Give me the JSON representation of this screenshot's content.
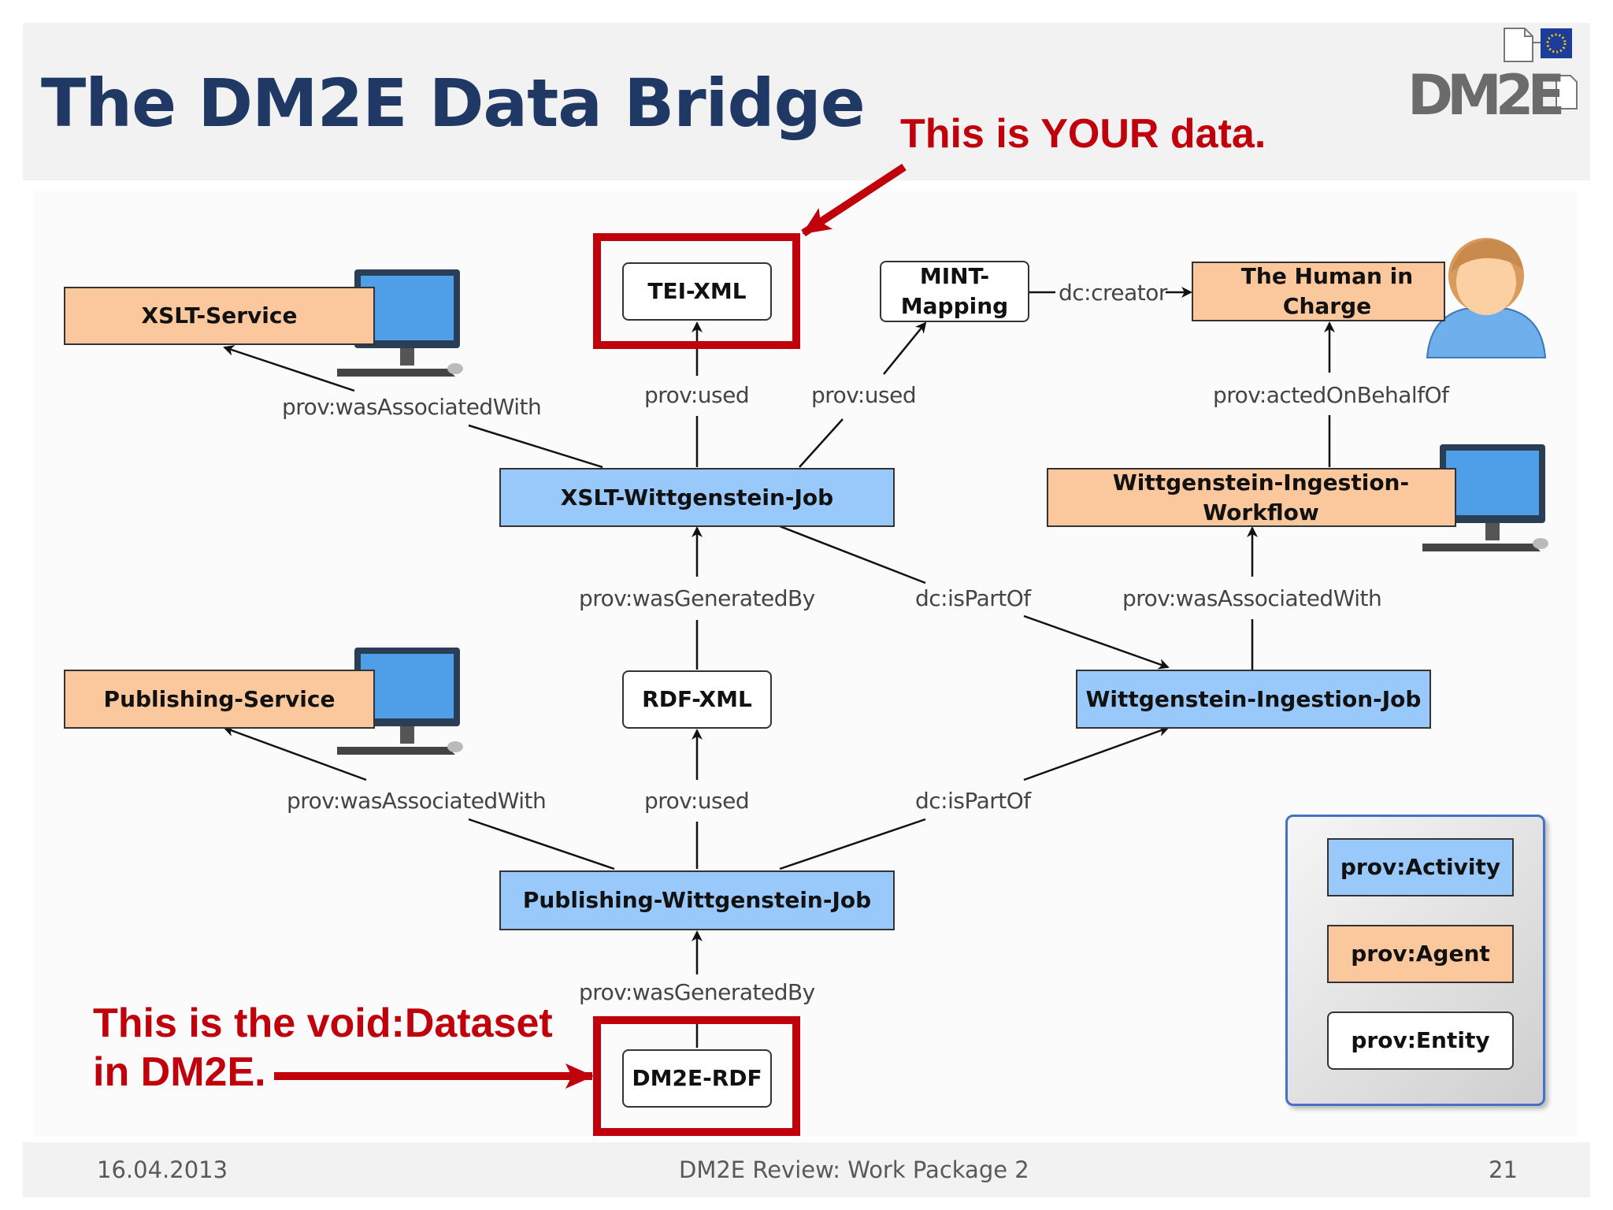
{
  "header": {
    "title": "The DM2E Data Bridge",
    "logo_text": "DM2E"
  },
  "callouts": {
    "top": "This is YOUR data.",
    "bottom_line1": "This is the void:Dataset",
    "bottom_line2": "in DM2E."
  },
  "nodes": {
    "xslt_service": "XSLT-Service",
    "tei_xml": "TEI-XML",
    "mint_mapping_line1": "MINT-",
    "mint_mapping_line2": "Mapping",
    "human_in_charge": "The Human in Charge",
    "xslt_job": "XSLT-Wittgenstein-Job",
    "ingestion_workflow": "Wittgenstein-Ingestion-Workflow",
    "publishing_service": "Publishing-Service",
    "rdf_xml": "RDF-XML",
    "ingestion_job": "Wittgenstein-Ingestion-Job",
    "publishing_job": "Publishing-Wittgenstein-Job",
    "dm2e_rdf": "DM2E-RDF"
  },
  "edge_labels": {
    "was_associated_with_1": "prov:wasAssociatedWith",
    "used_1": "prov:used",
    "used_2": "prov:used",
    "dc_creator": "dc:creator",
    "acted_on_behalf_of": "prov:actedOnBehalfOf",
    "was_generated_by_1": "prov:wasGeneratedBy",
    "is_part_of_1": "dc:isPartOf",
    "was_associated_with_2": "prov:wasAssociatedWith",
    "was_associated_with_3": "prov:wasAssociatedWith",
    "used_3": "prov:used",
    "is_part_of_2": "dc:isPartOf",
    "was_generated_by_2": "prov:wasGeneratedBy"
  },
  "legend": {
    "activity": "prov:Activity",
    "agent": "prov:Agent",
    "entity": "prov:Entity"
  },
  "footer": {
    "date": "16.04.2013",
    "center": "DM2E Review: Work Package 2",
    "page": "21"
  },
  "colors": {
    "title": "#1f3864",
    "callout": "#c0000b",
    "activity": "#99c8fb",
    "agent": "#fac89c",
    "entity": "#ffffff"
  },
  "icons": [
    "computer-icon",
    "person-icon",
    "eu-flag-icon",
    "document-icon"
  ]
}
